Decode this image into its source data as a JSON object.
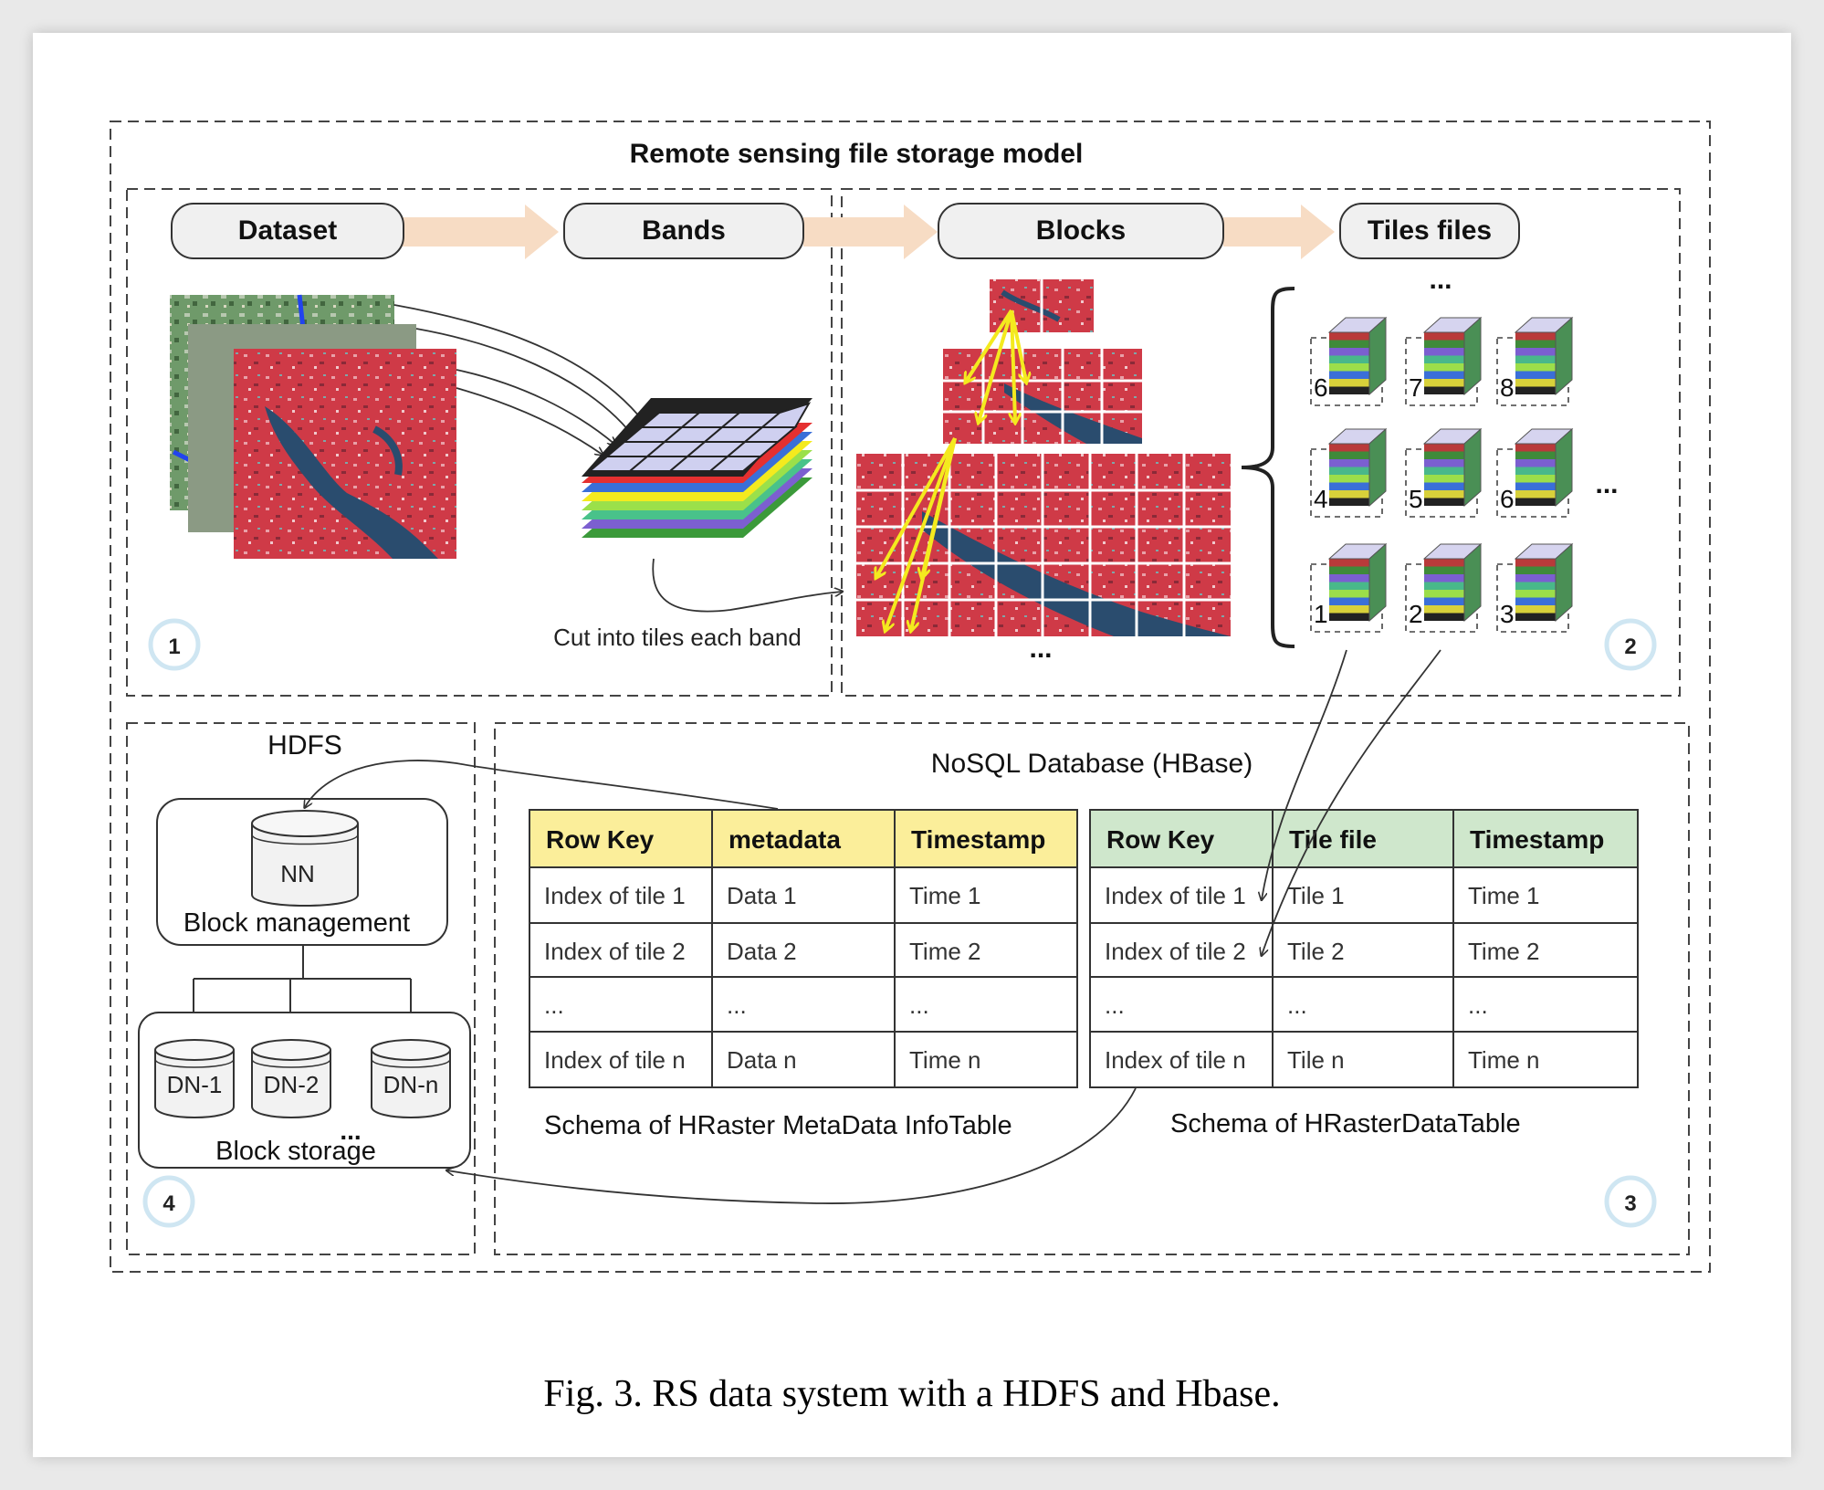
{
  "title": "Remote sensing file storage model",
  "pipeline": {
    "dataset": "Dataset",
    "bands": "Bands",
    "blocks": "Blocks",
    "tiles_files": "Tiles files"
  },
  "cut_label": "Cut into tiles each band",
  "ellipsis": "...",
  "tile_numbers": [
    "6",
    "7",
    "8",
    "4",
    "5",
    "6",
    "1",
    "2",
    "3"
  ],
  "section_numbers": [
    "1",
    "2",
    "3",
    "4"
  ],
  "hdfs": {
    "title": "HDFS",
    "nn": "NN",
    "block_management": "Block management",
    "dn1": "DN-1",
    "dn2": "DN-2",
    "dnn": "DN-n",
    "ellipsis": "...",
    "block_storage": "Block storage"
  },
  "hbase": {
    "title": "NoSQL Database (HBase)",
    "meta_table": {
      "headers": [
        "Row Key",
        "metadata",
        "Timestamp"
      ],
      "rows": [
        [
          "Index of tile 1",
          "Data 1",
          "Time 1"
        ],
        [
          "Index of tile 2",
          "Data 2",
          "Time 2"
        ],
        [
          "...",
          "...",
          "..."
        ],
        [
          "Index of tile n",
          "Data n",
          "Time n"
        ]
      ],
      "caption": "Schema of HRaster MetaData InfoTable"
    },
    "data_table": {
      "headers": [
        "Row Key",
        "Tile file",
        "Timestamp"
      ],
      "rows": [
        [
          "Index of tile 1",
          "Tile 1",
          "Time 1"
        ],
        [
          "Index of tile 2",
          "Tile 2",
          "Time 2"
        ],
        [
          "...",
          "...",
          "..."
        ],
        [
          "Index of tile n",
          "Tile n",
          "Time n"
        ]
      ],
      "caption": "Schema of HRasterDataTable"
    }
  },
  "colors": {
    "meta_header": "#fbee9a",
    "data_header": "#cfe7cc",
    "raster_red": "#d03c48",
    "water": "#2a4c6e",
    "arrow_peach": "#f7dcc4",
    "yellow_arrow": "#f4ea1e"
  },
  "figure_caption": "Fig. 3. RS data system with a HDFS and Hbase."
}
